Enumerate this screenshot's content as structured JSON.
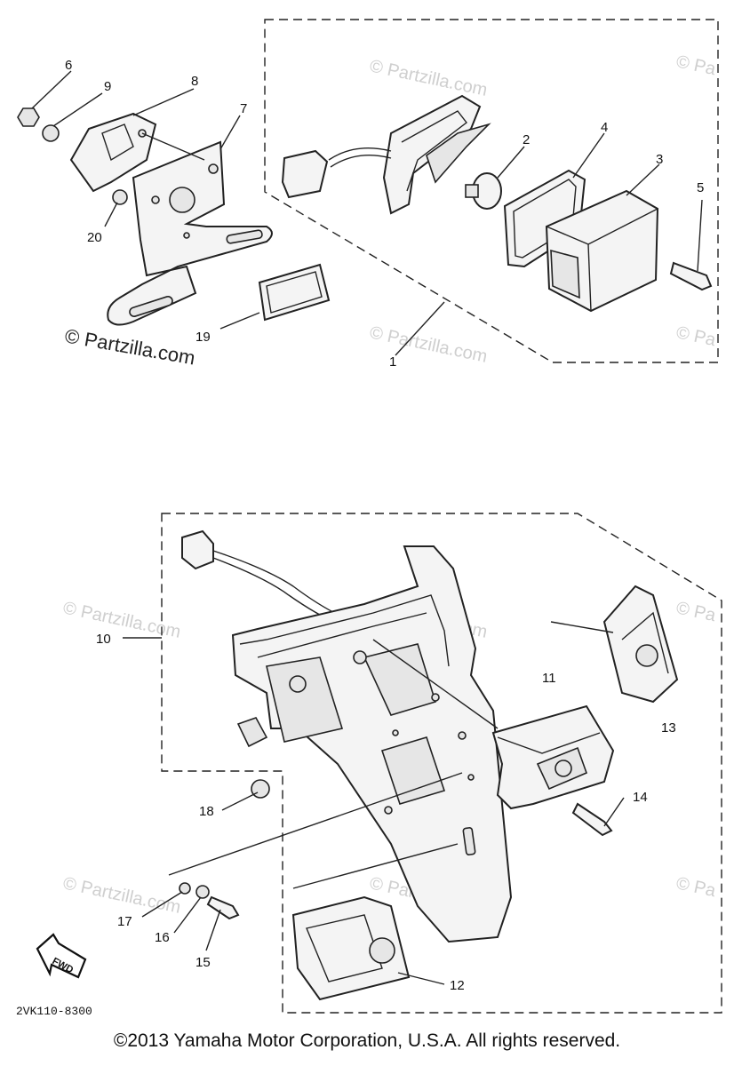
{
  "watermark": {
    "text": "© Partzilla.com",
    "corner_text": "© Pa"
  },
  "diagram_code": "2VK110-8300",
  "fwd_label": "FWD",
  "copyright": "©2013  Yamaha Motor Corporation, U.S.A. All rights reserved.",
  "callouts": {
    "c1": "1",
    "c2": "2",
    "c3": "3",
    "c4": "4",
    "c5": "5",
    "c6": "6",
    "c7": "7",
    "c8": "8",
    "c9": "9",
    "c10": "10",
    "c11": "11",
    "c12": "12",
    "c13": "13",
    "c14": "14",
    "c15": "15",
    "c16": "16",
    "c17": "17",
    "c18": "18",
    "c19": "19",
    "c20": "20"
  }
}
